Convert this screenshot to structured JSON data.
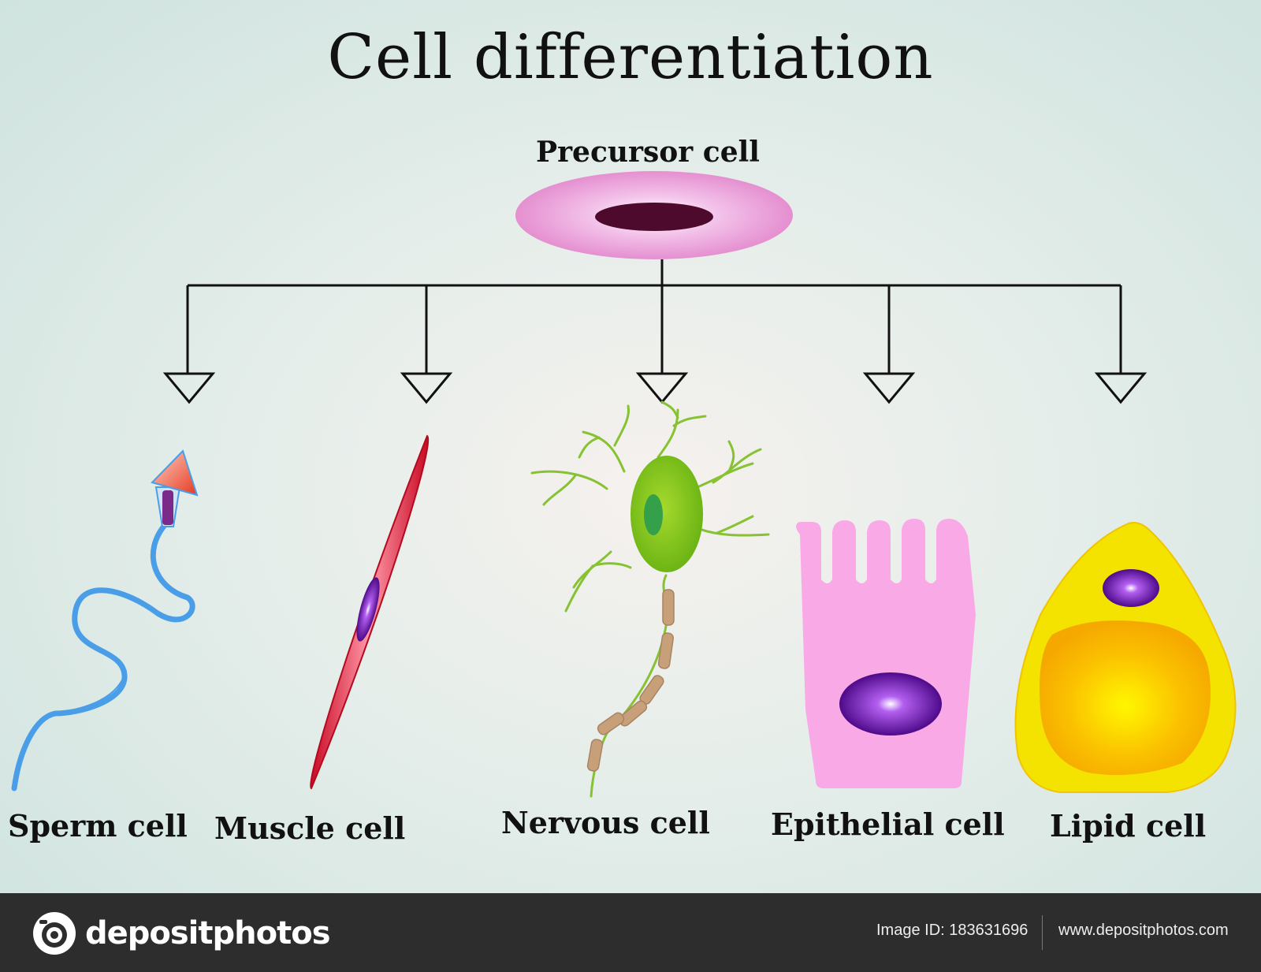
{
  "title": "Cell differentiation",
  "root": {
    "label": "Precursor cell"
  },
  "cells": [
    {
      "label": "Sperm cell"
    },
    {
      "label": "Muscle cell"
    },
    {
      "label": "Nervous cell"
    },
    {
      "label": "Epithelial cell"
    },
    {
      "label": "Lipid cell"
    }
  ],
  "footer": {
    "brand": "depositphotos",
    "image_id": "Image ID: 183631696",
    "site": "www.depositphotos.com"
  },
  "colors": {
    "precursor": "#e58fd0",
    "precursor_nucleus": "#4d0a2c",
    "muscle": "#d8112e",
    "nerve_body": "#7fc21a",
    "nerve_axon": "#c7a07a",
    "epithelial": "#f9a9e6",
    "lipid_outer": "#f4e300",
    "lipid_inner": "#f9b400",
    "nucleus": "#5a0a8a",
    "sperm_tail": "#4a9ee8",
    "footer_bg": "#2d2d2d"
  }
}
